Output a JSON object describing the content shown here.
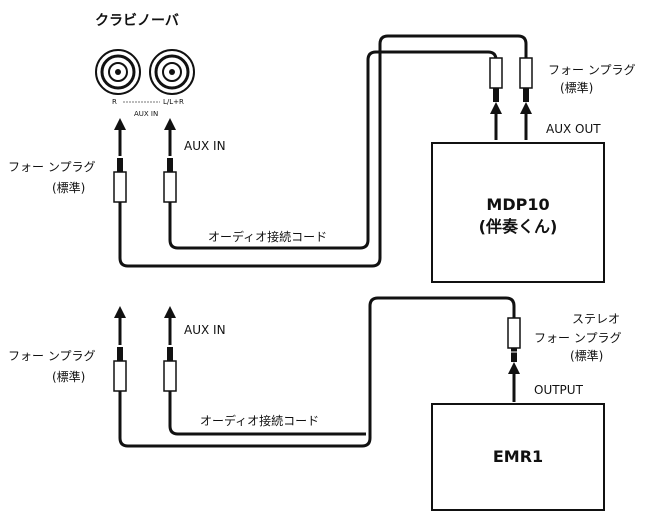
{
  "title": "クラビノーバ",
  "jack_labels": {
    "r": "R",
    "lr": "L/L+R",
    "aux_in": "AUX IN"
  },
  "top": {
    "aux_in_label": "AUX IN",
    "plug_left_1": "フォー ンプラグ",
    "plug_left_2": "(標準)",
    "plug_right_1": "フォー ンプラグ",
    "plug_right_2": "(標準)",
    "cable_label": "オーディオ接続コード",
    "aux_out_label": "AUX OUT",
    "device_line1": "MDP10",
    "device_line2": "(伴奏くん)"
  },
  "bottom": {
    "aux_in_label": "AUX IN",
    "plug_left_1": "フォー ンプラグ",
    "plug_left_2": "(標準)",
    "plug_right_0": "ステレオ",
    "plug_right_1": "フォー ンプラグ",
    "plug_right_2": "(標準)",
    "cable_label": "オーディオ接続コード",
    "output_label": "OUTPUT",
    "device": "EMR1"
  }
}
